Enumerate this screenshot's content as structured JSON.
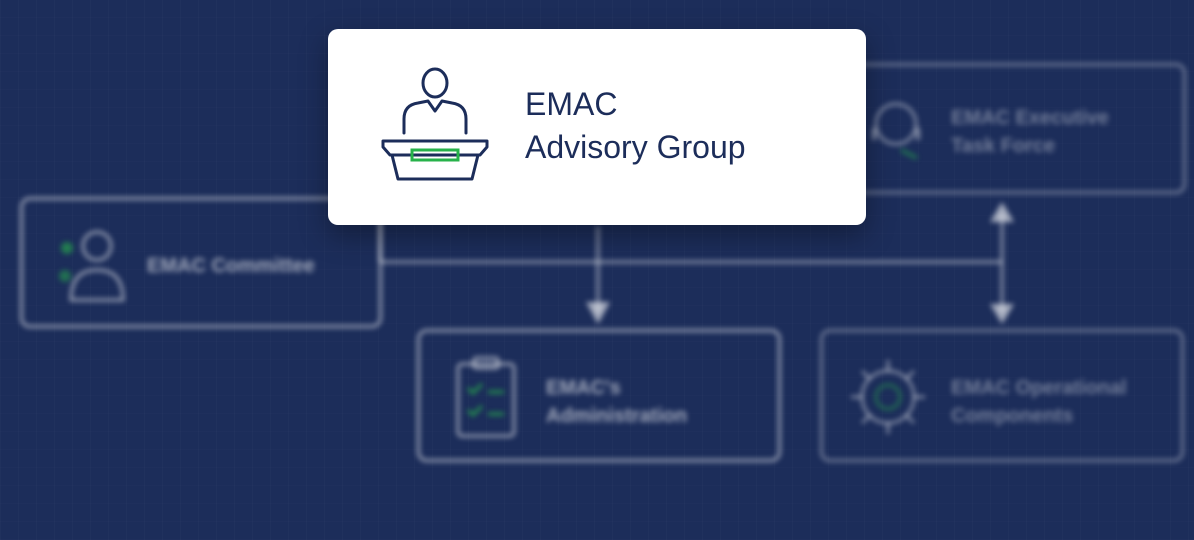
{
  "focus": {
    "title_line1": "EMAC",
    "title_line2": "Advisory Group",
    "icon": "podium-speaker-icon"
  },
  "background_nodes": [
    {
      "id": "committee",
      "label": "EMAC Committee",
      "icon": "person-icon"
    },
    {
      "id": "task_force",
      "label": "EMAC Executive\nTask Force",
      "icon": "headset-person-icon"
    },
    {
      "id": "administration",
      "label": "EMAC's\nAdministration",
      "icon": "clipboard-check-icon"
    },
    {
      "id": "operational",
      "label": "EMAC Operational\nComponents",
      "icon": "gear-icon"
    }
  ],
  "colors": {
    "background": "#1c2d5a",
    "card": "#ffffff",
    "title": "#1c2d5a",
    "accent_green": "#27b24a"
  }
}
